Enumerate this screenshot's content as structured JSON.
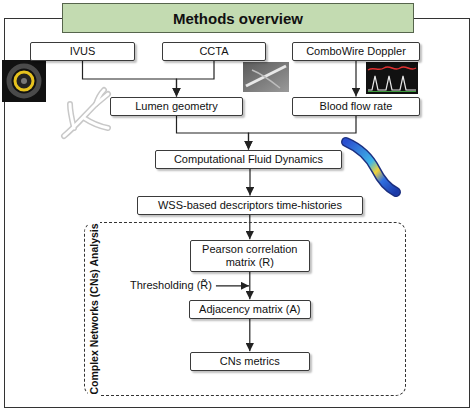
{
  "diagram": {
    "title": "Methods overview",
    "nodes": [
      {
        "text": [
          "IVUS"
        ]
      },
      {
        "text": [
          "CCTA"
        ]
      },
      {
        "text": [
          "ComboWire Doppler"
        ]
      },
      {
        "text": [
          "Lumen geometry"
        ]
      },
      {
        "text": [
          "Blood flow rate"
        ]
      },
      {
        "text": [
          "Computational Fluid Dynamics"
        ]
      },
      {
        "text": [
          "WSS-based descriptors time-histories"
        ]
      },
      {
        "text": [
          "Complex Networks (CNs) Analysis"
        ]
      },
      {
        "text": [
          "Pearson correlation matrix (R)"
        ],
        "in": 7
      },
      {
        "text": [
          "Adjacency matrix (A)"
        ],
        "in": 7
      },
      {
        "text": [
          "CNs metrics"
        ],
        "in": 7
      }
    ],
    "edges": [
      {
        "from": 0,
        "to": 3,
        "arrow": "to"
      },
      {
        "from": 1,
        "to": 3,
        "arrow": "to"
      },
      {
        "from": 2,
        "to": 4,
        "arrow": "to"
      },
      {
        "from": 3,
        "to": 5,
        "arrow": "to"
      },
      {
        "from": 4,
        "to": 5,
        "arrow": "to"
      },
      {
        "from": 5,
        "to": 6,
        "arrow": "to"
      },
      {
        "from": 6,
        "to": 8,
        "arrow": "to"
      },
      {
        "from": 8,
        "to": 9,
        "arrow": "to"
      },
      {
        "from": 9,
        "to": 10,
        "arrow": "to"
      }
    ],
    "labels": [
      "Thresholding (R̃)"
    ]
  }
}
